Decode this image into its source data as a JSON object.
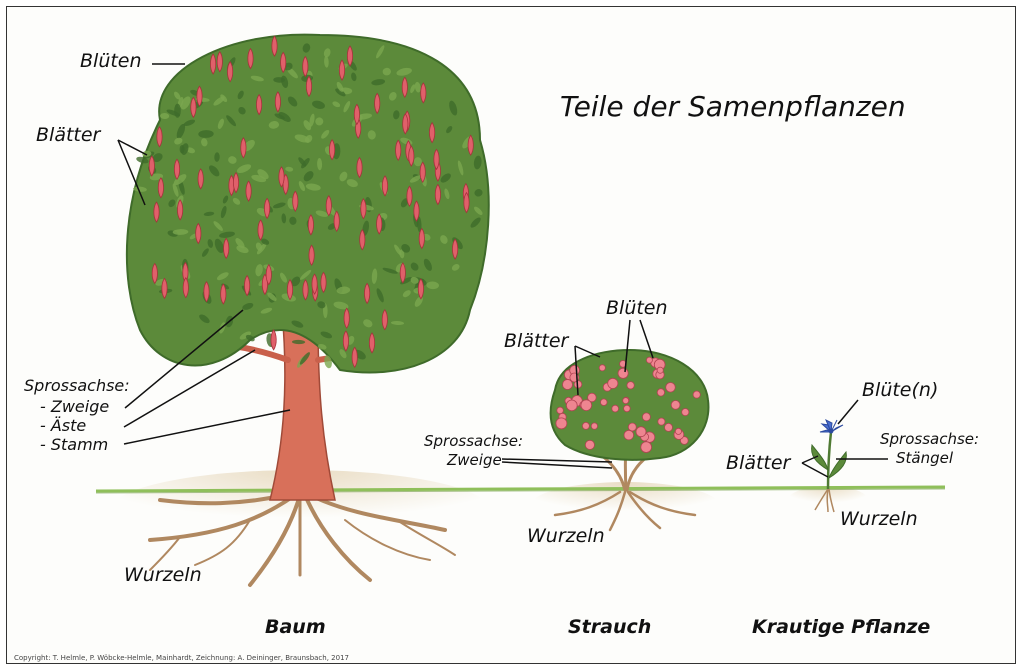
{
  "title": "Teile der Samenpflanzen",
  "baum": {
    "caption": "Baum",
    "label_blueten": "Blüten",
    "label_blaetter": "Blätter",
    "label_sprossachse": "Sprossachse:",
    "label_zweige": "- Zweige",
    "label_aeste": "- Äste",
    "label_stamm": "- Stamm",
    "label_wurzeln": "Wurzeln"
  },
  "strauch": {
    "caption": "Strauch",
    "label_blueten": "Blüten",
    "label_blaetter": "Blätter",
    "label_sprossachse": "Sprossachse:",
    "label_zweige": "Zweige",
    "label_wurzeln": "Wurzeln"
  },
  "krautige": {
    "caption": "Krautige Pflanze",
    "label_bluete": "Blüte(n)",
    "label_blaetter": "Blätter",
    "label_sprossachse": "Sprossachse:",
    "label_staengel": "Stängel",
    "label_wurzeln": "Wurzeln"
  },
  "copyright": "Copyright: T. Helmle, P. Wöbcke-Helmle, Mainhardt, Zeichnung: A. Deininger, Braunsbach, 2017",
  "colors": {
    "foliage": "#5c8a3a",
    "foliage_dark": "#3f6b2a",
    "trunk": "#d8705a",
    "blossom": "#e0606a",
    "ground": "#8fbf5a",
    "soil": "#efe6d4",
    "root": "#b08860",
    "flower_blue": "#4a6fd0"
  }
}
